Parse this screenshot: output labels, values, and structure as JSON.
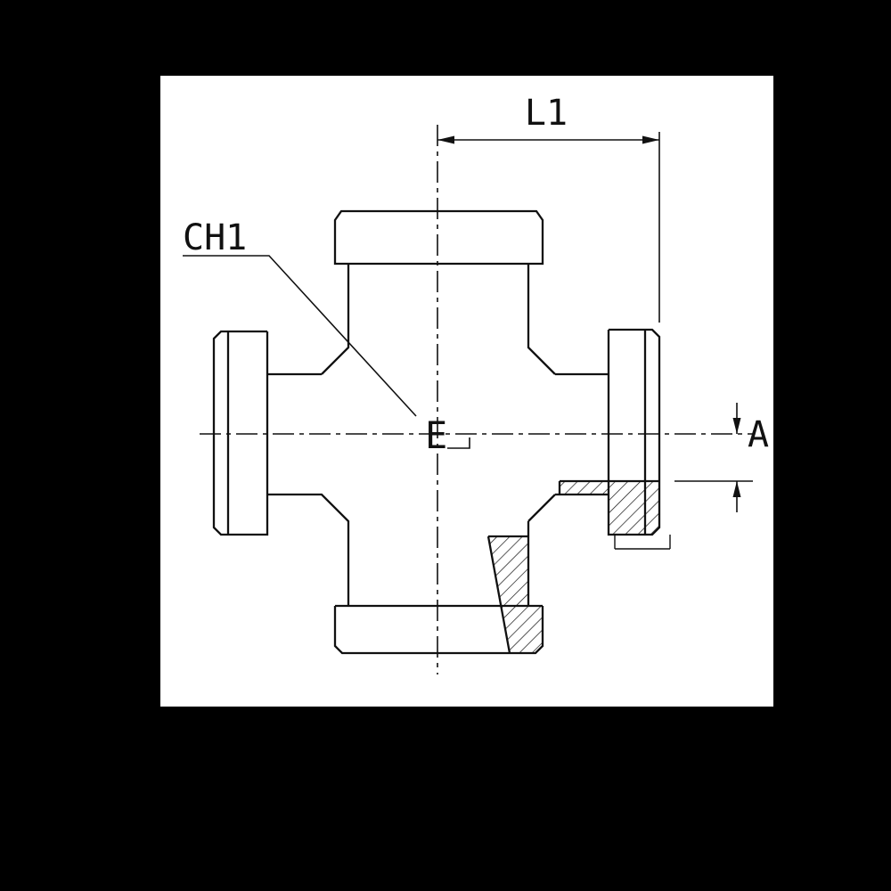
{
  "colors": {
    "canvas_bg": "#000000",
    "paper": "#ffffff",
    "ink": "#111111"
  },
  "drawing": {
    "type": "technical-drawing",
    "subject": "cross-fitting-front-view-with-partial-section",
    "labels": {
      "l1": "L1",
      "ch1": "CH1",
      "a": "A",
      "e": "E"
    }
  }
}
